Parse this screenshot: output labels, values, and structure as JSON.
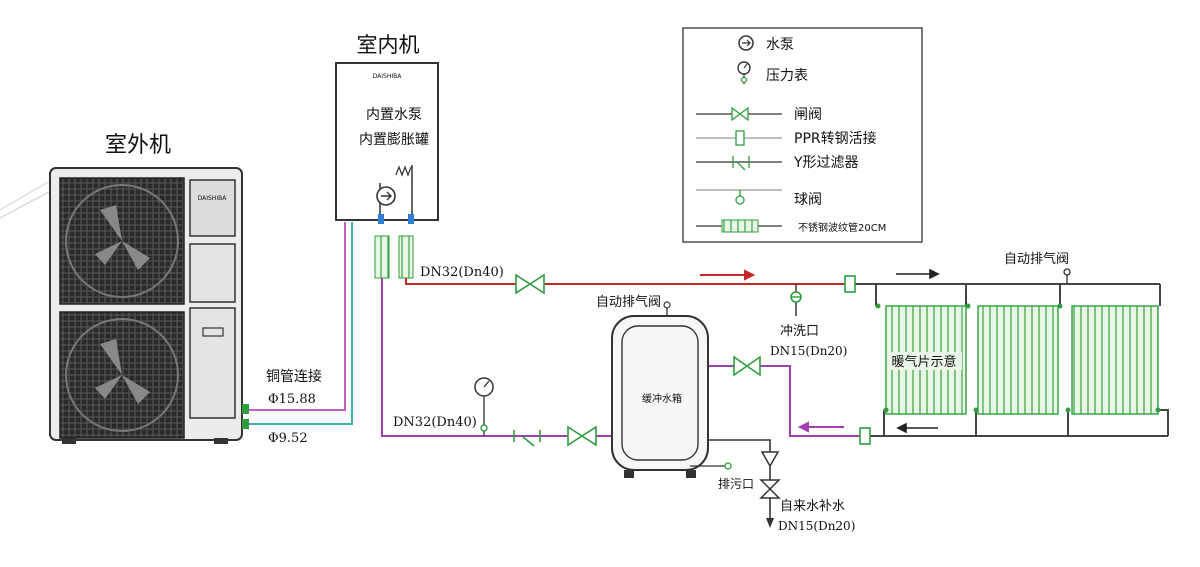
{
  "titles": {
    "outdoor_unit": "室外机",
    "indoor_unit": "室内机"
  },
  "outdoor_unit": {
    "brand": "DAISHIBA"
  },
  "indoor_unit": {
    "brand": "DAISHIBA",
    "line1": "内置水泵",
    "line2": "内置膨胀罐"
  },
  "pipes": {
    "copper_label": "铜管连接",
    "copper_d1": "Φ15.88",
    "copper_d2": "Φ9.52",
    "supply_label": "DN32(Dn40)",
    "return_label": "DN32(Dn40)"
  },
  "tank": {
    "air_vent": "自动排气阀",
    "label": "缓冲水箱",
    "drain": "排污口"
  },
  "flush": {
    "label": "冲洗口",
    "size": "DN15(Dn20)"
  },
  "makeup": {
    "label": "自来水补水",
    "size": "DN15(Dn20)"
  },
  "radiators": {
    "air_vent": "自动排气阀",
    "label": "暖气片示意"
  },
  "legend": {
    "items": [
      {
        "icon": "pump-icon",
        "label": "水泵"
      },
      {
        "icon": "pressure-gauge-icon",
        "label": "压力表"
      },
      {
        "icon": "gate-valve-icon",
        "label": "闸阀"
      },
      {
        "icon": "ppr-steel-adapter-icon",
        "label": "PPR转钢活接"
      },
      {
        "icon": "y-strainer-icon",
        "label": "Y形过滤器"
      },
      {
        "icon": "ball-valve-icon",
        "label": "球阀"
      },
      {
        "icon": "flex-hose-icon",
        "label": "不锈钢波纹管20CM"
      }
    ]
  },
  "colors": {
    "supply": "#c62828",
    "return": "#a040b0",
    "pipe_gray": "#9a9a9a",
    "fitting_green": "#2e9e3e",
    "copper_pink": "#c060c0",
    "copper_cyan": "#40b0b0",
    "brand_orange": "#d2691e"
  }
}
